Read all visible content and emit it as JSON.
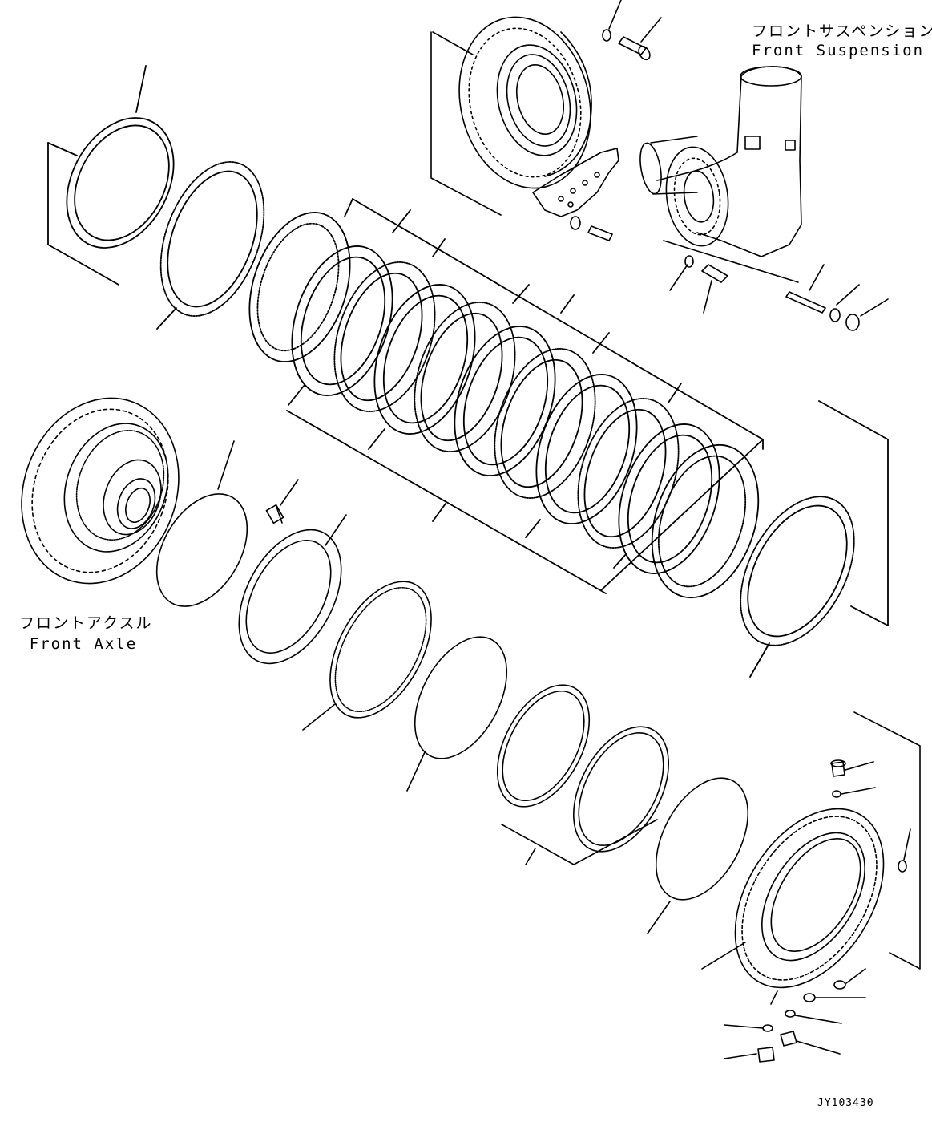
{
  "labels": {
    "suspension_jp": "フロントサスペンション",
    "suspension_en": "Front Suspension",
    "axle_jp": "フロントアクスル",
    "axle_en": "Front Axle"
  },
  "drawing_code": "JY103430",
  "colors": {
    "ink": "#000000",
    "paper": "#ffffff"
  }
}
